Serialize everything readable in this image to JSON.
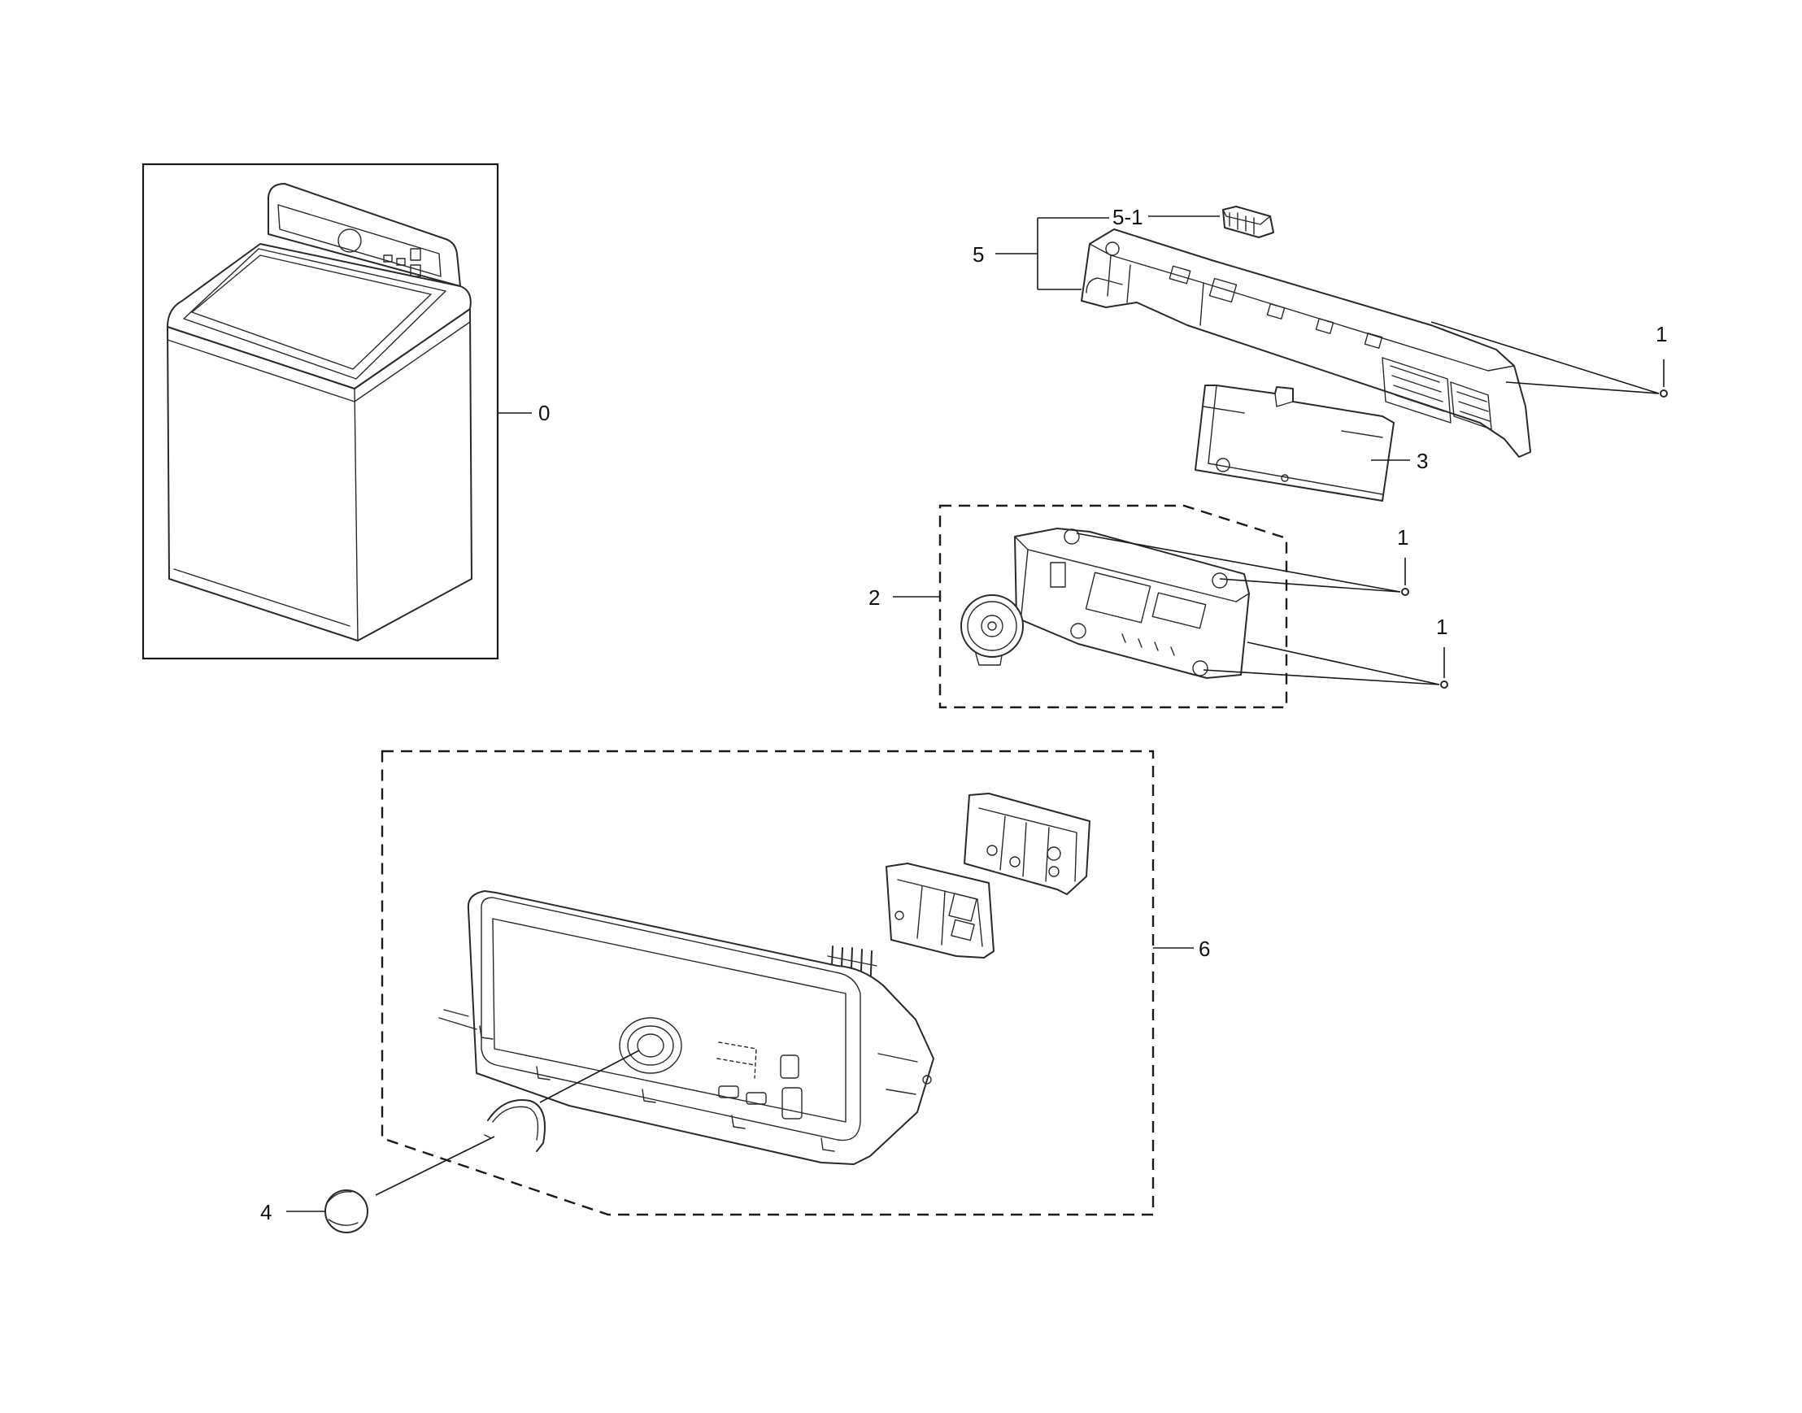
{
  "diagram": {
    "callouts": {
      "washer_assembly": "0",
      "screw_top_right": "1",
      "screw_pcb_upper": "1",
      "screw_pcb_lower": "1",
      "main_pcb_assembly": "2",
      "pcb_bracket": "3",
      "knob": "4",
      "control_cover": "5",
      "cover_connector": "5-1",
      "control_panel_assembly": "6"
    }
  }
}
